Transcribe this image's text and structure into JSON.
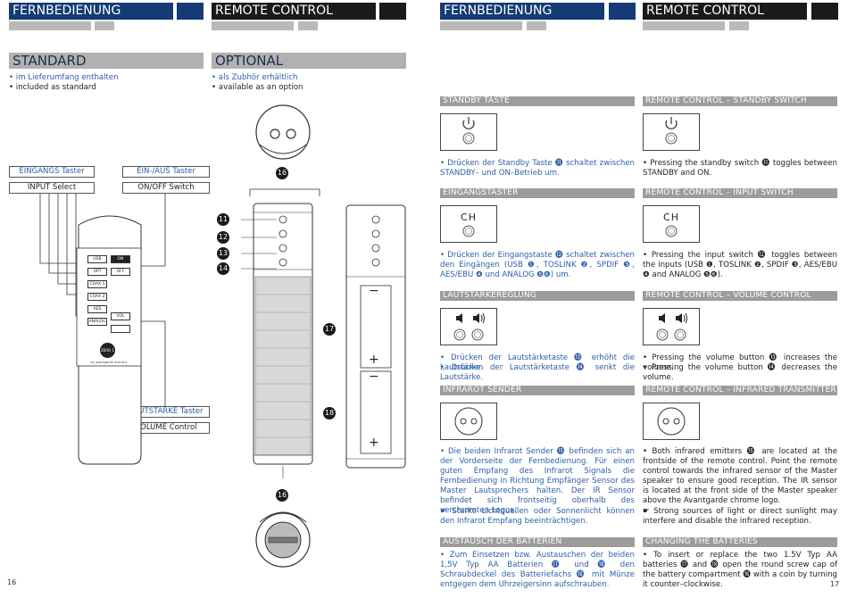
{
  "left": {
    "header_de": "FERNBEDIENUNG",
    "header_en": "REMOTE CONTROL",
    "standard_title": "STANDARD",
    "standard_de": "• im Lieferumfang enthalten",
    "standard_en": "• included as standard",
    "optional_title": "OPTIONAL",
    "optional_de": "• als Zubhör erhältlich",
    "optional_en": "• available as an option",
    "labels": {
      "input_de": "EINGANGS Taster",
      "input_en": "INPUT Select",
      "onoff_de": "EIN-/AUS Taster",
      "onoff_en": "ON/OFF Switch",
      "volume_de": "LAUTSTÄRKE Taster",
      "volume_en": "VOLUME Control"
    },
    "remote_buttons": {
      "usb": "USB",
      "on": "ON",
      "opt": "OPT",
      "off": "OFF",
      "coax1": "COAX 1",
      "coax2": "COAX 2",
      "aes": "AES",
      "analog": "ANALOG",
      "vol": "VOL",
      "logo": "ZERO 1",
      "brand": "by avantgarde acoustic"
    },
    "callouts": {
      "n11": "11",
      "n12": "12",
      "n13": "13",
      "n14": "14",
      "n16": "16",
      "n17": "17",
      "n18": "18"
    },
    "page_number": "16"
  },
  "right": {
    "header_de": "FERNBEDIENUNG",
    "header_en": "REMOTE CONTROL",
    "ch_label": "CH",
    "sections": {
      "standby_de": "STANDBY TASTE",
      "standby_en": "REMOTE CONTROL – STANDBY SWITCH",
      "input_de": "EINGANGSTASTER",
      "input_en": "REMOTE CONTROL – INPUT SWITCH",
      "volume_de": "LAUTSTÄRKEREGLUNG",
      "volume_en": "REMOTE CONTROL – VOLUME CONTROL",
      "ir_de": "INFRAROT SENDER",
      "ir_en": "REMOTE CONTROL – INFRARED TRANSMITTER",
      "battery_de": "AUSTAUSCH DER BATTERIEN",
      "battery_en": "CHANGING THE BATTERIES"
    },
    "texts": {
      "standby_de": "• Drücken der Standby Taste ⓫ schaltet zwischen STANDBY– und ON–Betrieb um.",
      "standby_en": "• Pressing the standby switch ⓫ toggles between STANDBY and ON.",
      "input_de": "• Drücken der Eingangstaste ⓬ schaltet zwischen den Eingängen (USB ❶, TOSLINK ❷, SPDIF ❸, AES/EBU ❹ und ANALOG ❺❻) um.",
      "input_en": "• Pressing the input switch ⓬ toggles between the inputs (USB ❶, TOSLINK ❷, SPDIF ❸, AES/EBU ❹ and ANALOG ❺❻).",
      "volume_de_1": "• Drücken der Lautstärketaste ⓭ erhöht die Lautstärke.",
      "volume_de_2": "• Drücken der Lautstärketaste ⓮ senkt die Lautstärke.",
      "volume_en_1": "• Pressing the volume button ⓭ increases the volume.",
      "volume_en_2": "• Pressing the volume button ⓮ decreases the volume.",
      "ir_de": "• Die beiden Infrarot Sender ⓯ befinden sich an der Vorderseite der Fernbedienung. Für einen guten Empfang des Infrarot Signals die Fernbedienung in Richtung Empfänger Sensor des Master Lautsprechers halten. Der IR Sensor befindet sich frontseitig oberhalb des verchromten Logos.",
      "ir_de_note": "☛ Starke Lichtquellen oder Sonnenlicht können den Infrarot Empfang beeinträchtigen.",
      "ir_en": "• Both infrared emitters ⓯ are located at the frontside of the remote control. Point the remote control towards the infrared sensor of the Master speaker to ensure good reception. The IR sensor is located at the front side of the Master speaker above the Avantgarde chrome logo.",
      "ir_en_note": "☛ Strong sources of light or direct sunlight may interfere and disable the infrared reception.",
      "battery_de": "• Zum Einsetzen bzw. Austauschen der beiden 1,5V Typ AA Batterien ⓱ und ⓲ den Schraubdeckel des Batteriefachs ⓰ mit Münze entgegen dem Uhrzeigersinn aufschrauben.",
      "battery_en": "• To insert or replace the two 1.5V Typ AA batteries ⓱ and ⓲ open the round screw cap of the battery compartment ⓰ with a coin by turning it counter–clockwise."
    },
    "page_number": "17"
  }
}
